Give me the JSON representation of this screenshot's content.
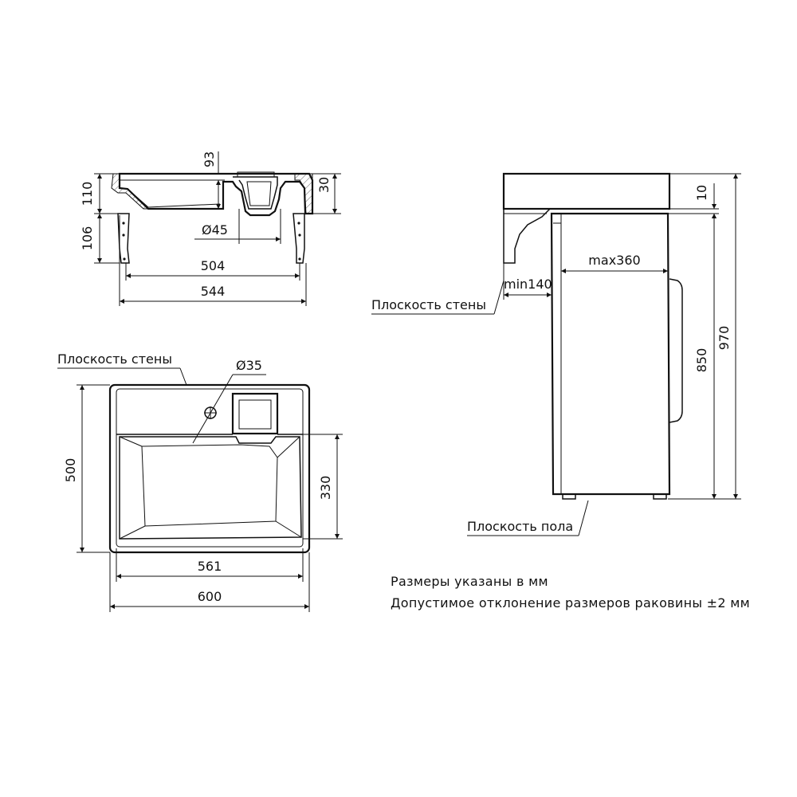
{
  "front_section": {
    "dims": {
      "height_total": "110",
      "depth_bowl": "93",
      "overflow_height": "30",
      "bracket_height": "106",
      "drain_diameter": "Ø45",
      "bracket_spacing": "504",
      "width_section": "544"
    }
  },
  "top_view": {
    "wall_plane_label": "Плоскость стены",
    "dims": {
      "tap_hole": "Ø35",
      "depth": "500",
      "bowl_depth": "330",
      "inner_width": "561",
      "overall_width": "600"
    }
  },
  "side_view": {
    "wall_plane_label": "Плоскость стены",
    "floor_plane_label": "Плоскость пола",
    "dims": {
      "gap_top": "10",
      "machine_depth": "max360",
      "wall_offset": "min140",
      "machine_height": "850",
      "total_height": "970"
    }
  },
  "notes": {
    "line1": "Размеры указаны в мм",
    "line2": "Допустимое отклонение размеров раковины ±2 мм"
  }
}
